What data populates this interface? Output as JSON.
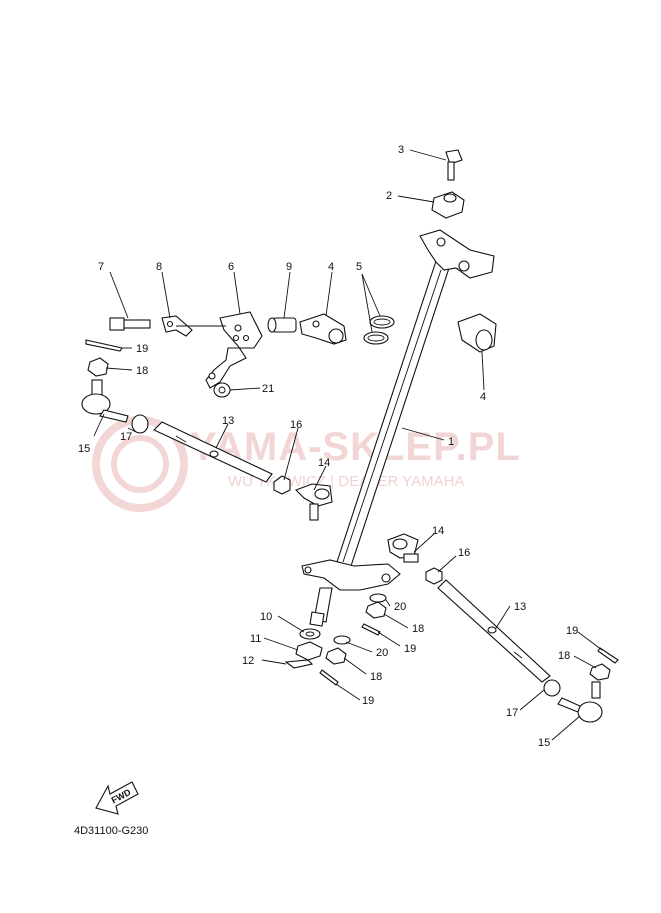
{
  "watermark": {
    "title": "YAMA-SKLEP.PL",
    "subtitle": "WU  TKOWICZ | DEALER YAMAHA",
    "color": "#e9b4b4"
  },
  "diagram_code": "4D31100-G230",
  "fwd_label": "FWD",
  "callouts": [
    "1",
    "2",
    "3",
    "4",
    "4",
    "5",
    "6",
    "7",
    "8",
    "9",
    "10",
    "11",
    "12",
    "13",
    "13",
    "14",
    "14",
    "15",
    "15",
    "16",
    "16",
    "17",
    "17",
    "18",
    "18",
    "18",
    "18",
    "19",
    "19",
    "19",
    "19",
    "20",
    "20",
    "21"
  ]
}
